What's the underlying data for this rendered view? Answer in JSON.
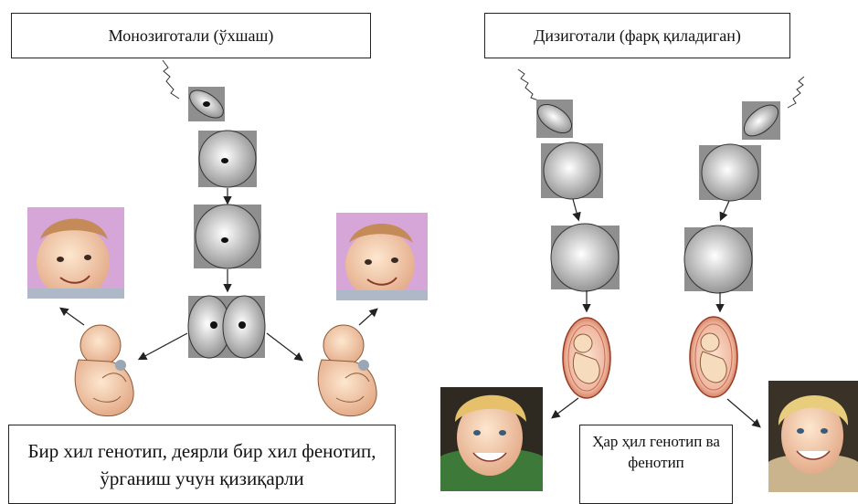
{
  "monozygotic": {
    "title": "Монозиготали (ўхшаш)",
    "caption": "Бир хил генотип, деярли бир хил фенотип, ўрганиш учун қизиқарли"
  },
  "dizygotic": {
    "title": "Дизиготали (фарқ қиладиган)",
    "caption": "Ҳар ҳил генотип ва фенотип"
  },
  "colors": {
    "cell_bg": "#8f8f8f",
    "cell_light": "#ffffff",
    "cell_dark": "#9a9a9a",
    "womb_fill": "#e8a48c",
    "womb_stroke": "#9a3a22",
    "skin": "#f6e2c0",
    "baby_bg": "#d7a6d9"
  },
  "icons": {
    "sperm": "sperm-icon",
    "fertilized_egg": "zygote-icon",
    "embryo": "embryo-icon",
    "fetus": "fetus-icon",
    "baby_photo": "baby-photo",
    "child_photo": "child-photo"
  }
}
